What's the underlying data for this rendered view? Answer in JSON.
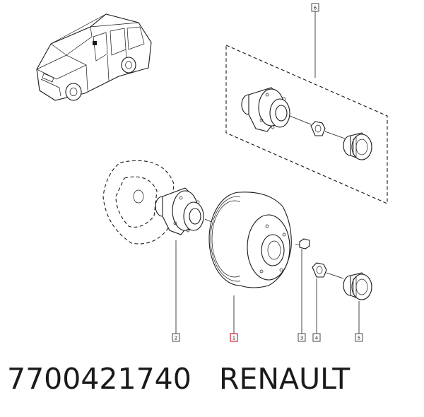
{
  "caption": {
    "part_number": "7700421740",
    "brand": "RENAULT"
  },
  "callouts": [
    {
      "id": "1",
      "label": "1",
      "highlight": true
    },
    {
      "id": "2",
      "label": "2",
      "highlight": false
    },
    {
      "id": "3",
      "label": "3",
      "highlight": false
    },
    {
      "id": "4",
      "label": "4",
      "highlight": false
    },
    {
      "id": "5",
      "label": "5",
      "highlight": false
    },
    {
      "id": "6",
      "label": "6",
      "highlight": false
    }
  ],
  "colors": {
    "line": "#1a1a1a",
    "highlight": "#d0212a",
    "background": "#ffffff"
  }
}
